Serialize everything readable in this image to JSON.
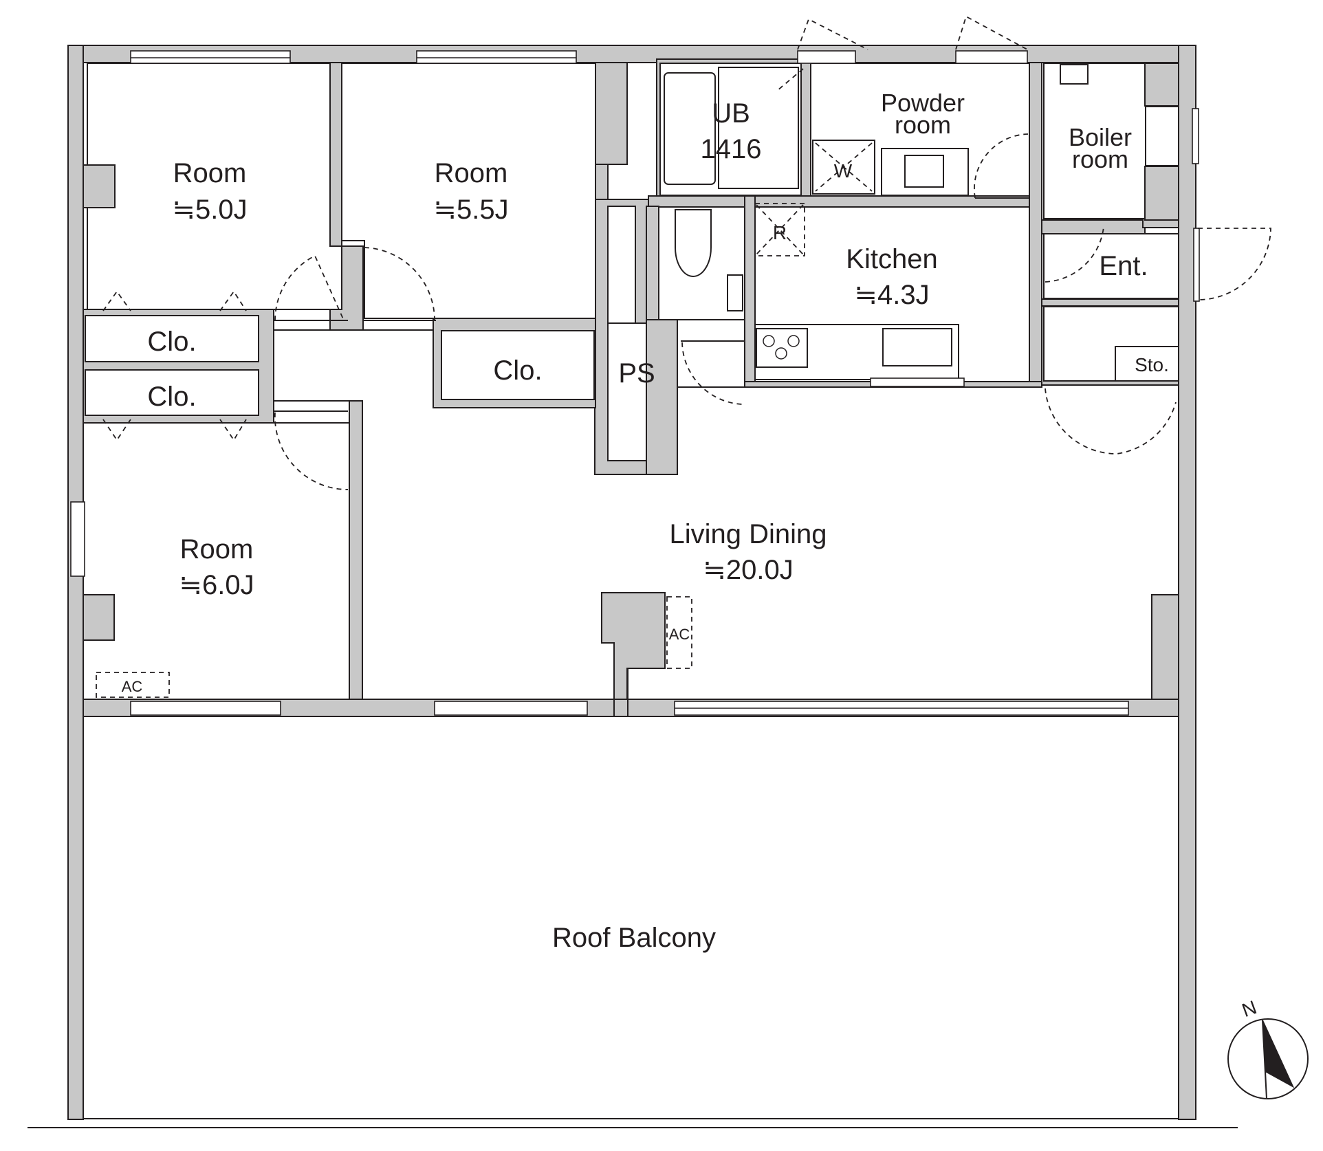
{
  "rooms": {
    "room_nw": {
      "name": "Room",
      "size": "≒5.0J"
    },
    "room_n": {
      "name": "Room",
      "size": "≒5.5J"
    },
    "room_sw": {
      "name": "Room",
      "size": "≒6.0J"
    },
    "living": {
      "name": "Living Dining",
      "size": "≒20.0J"
    },
    "kitchen": {
      "name": "Kitchen",
      "size": "≒4.3J"
    },
    "bath": {
      "name": "UB",
      "size": "1416"
    },
    "powder": {
      "line1": "Powder",
      "line2": "room"
    },
    "boiler": {
      "line1": "Boiler",
      "line2": "room"
    },
    "entrance": {
      "name": "Ent."
    },
    "storage": {
      "name": "Sto."
    },
    "closet_1": {
      "name": "Clo."
    },
    "closet_2": {
      "name": "Clo."
    },
    "closet_3": {
      "name": "Clo."
    },
    "pipe_space": {
      "name": "PS"
    },
    "balcony": {
      "name": "Roof Balcony"
    }
  },
  "fixtures": {
    "washer": "W",
    "fridge": "R",
    "ac_living": "AC",
    "ac_room": "AC"
  },
  "compass": {
    "label": "N"
  },
  "colors": {
    "wall": "#c8c8c8",
    "line": "#231f20",
    "background": "#ffffff"
  }
}
